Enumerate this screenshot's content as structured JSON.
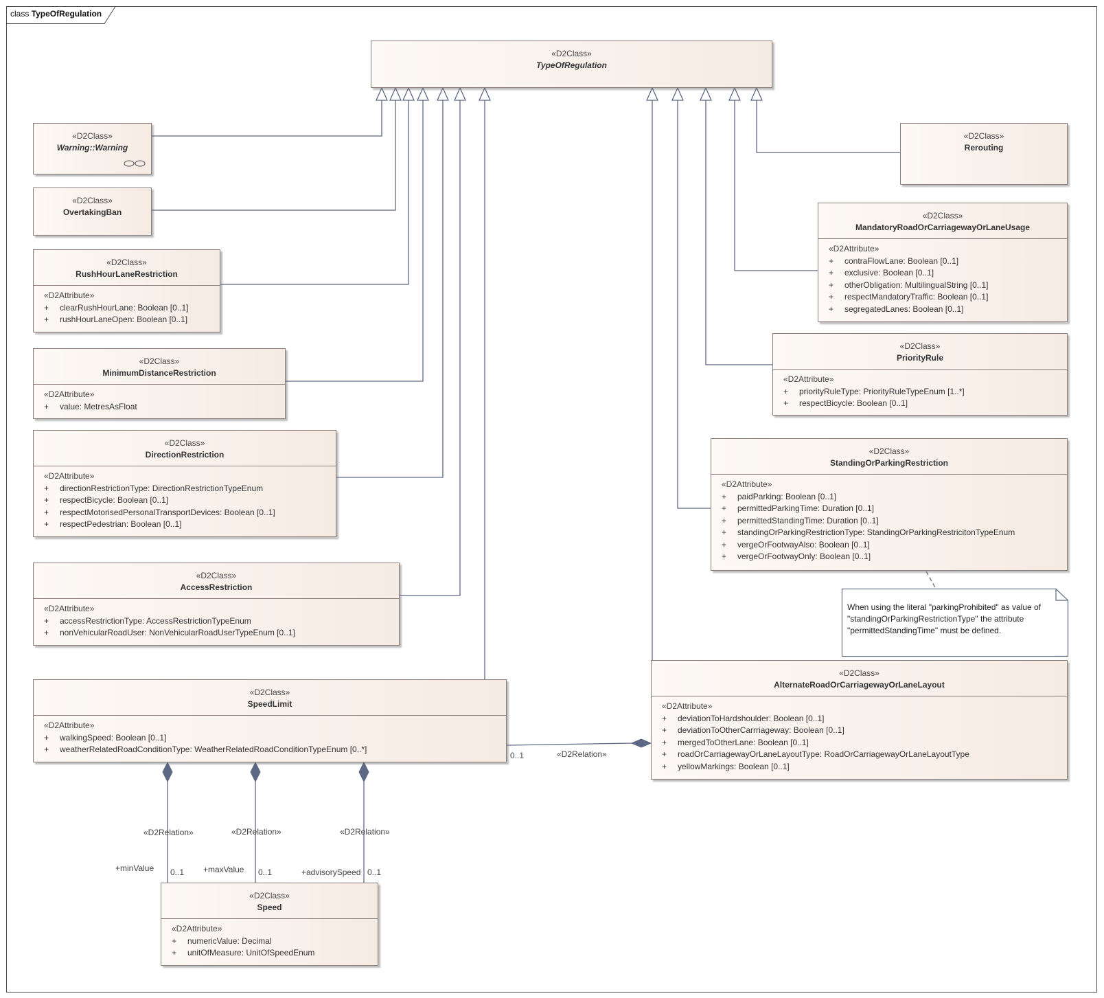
{
  "frame": {
    "kind": "class",
    "name": "TypeOfRegulation"
  },
  "stereotype_class": "«D2Class»",
  "stereotype_attr": "«D2Attribute»",
  "relation_label": "«D2Relation»",
  "classes": {
    "typeOfRegulation": {
      "name": "TypeOfRegulation"
    },
    "warning": {
      "name": "Warning::Warning"
    },
    "overtakingBan": {
      "name": "OvertakingBan"
    },
    "rushHour": {
      "name": "RushHourLaneRestriction",
      "attrs": [
        "clearRushHourLane: Boolean [0..1]",
        "rushHourLaneOpen: Boolean [0..1]"
      ]
    },
    "minDistance": {
      "name": "MinimumDistanceRestriction",
      "attrs": [
        "value: MetresAsFloat"
      ]
    },
    "direction": {
      "name": "DirectionRestriction",
      "attrs": [
        "directionRestrictionType: DirectionRestrictionTypeEnum",
        "respectBicycle: Boolean [0..1]",
        "respectMotorisedPersonalTransportDevices: Boolean [0..1]",
        "respectPedestrian: Boolean [0..1]"
      ]
    },
    "access": {
      "name": "AccessRestriction",
      "attrs": [
        "accessRestrictionType: AccessRestrictionTypeEnum",
        "nonVehicularRoadUser: NonVehicularRoadUserTypeEnum [0..1]"
      ]
    },
    "speedLimit": {
      "name": "SpeedLimit",
      "attrs": [
        "walkingSpeed: Boolean [0..1]",
        "weatherRelatedRoadConditionType: WeatherRelatedRoadConditionTypeEnum [0..*]"
      ]
    },
    "speed": {
      "name": "Speed",
      "attrs": [
        "numericValue: Decimal",
        "unitOfMeasure: UnitOfSpeedEnum"
      ]
    },
    "rerouting": {
      "name": "Rerouting"
    },
    "mandatory": {
      "name": "MandatoryRoadOrCarriagewayOrLaneUsage",
      "attrs": [
        "contraFlowLane: Boolean [0..1]",
        "exclusive: Boolean [0..1]",
        "otherObligation: MultilingualString [0..1]",
        "respectMandatoryTraffic: Boolean [0..1]",
        "segregatedLanes: Boolean [0..1]"
      ]
    },
    "priority": {
      "name": "PriorityRule",
      "attrs": [
        "priorityRuleType: PriorityRuleTypeEnum [1..*]",
        "respectBicycle: Boolean [0..1]"
      ]
    },
    "standing": {
      "name": "StandingOrParkingRestriction",
      "attrs": [
        "paidParking: Boolean [0..1]",
        "permittedParkingTime: Duration [0..1]",
        "permittedStandingTime: Duration [0..1]",
        "standingOrParkingRestrictionType: StandingOrParkingRestricitonTypeEnum",
        "vergeOrFootwayAlso: Boolean [0..1]",
        "vergeOrFootwayOnly: Boolean [0..1]"
      ]
    },
    "alternate": {
      "name": "AlternateRoadOrCarriagewayOrLaneLayout",
      "attrs": [
        "deviationToHardshoulder: Boolean [0..1]",
        "deviationToOtherCarrriageway: Boolean [0..1]",
        "mergedToOtherLane: Boolean [0..1]",
        "roadOrCarriagewayOrLaneLayoutType: RoadOrCarriagewayOrLaneLayoutType",
        "yellowMarkings: Boolean [0..1]"
      ]
    }
  },
  "note": {
    "lines": [
      "When using the literal \"parkingProhibited\" as value of",
      "\"standingOrParkingRestrictionType\" the attribute",
      "\"permittedStandingTime\" must be defined."
    ]
  },
  "roles": {
    "minValue": "+minValue",
    "maxValue": "+maxValue",
    "advisorySpeed": "+advisorySpeed"
  },
  "multiplicity": "0..1",
  "attr_visibility": "+",
  "colors": {
    "line": "#5d6885",
    "border": "#8a7c78",
    "fill_left": "#fdf9f6",
    "fill_right": "#f6ebe3"
  }
}
